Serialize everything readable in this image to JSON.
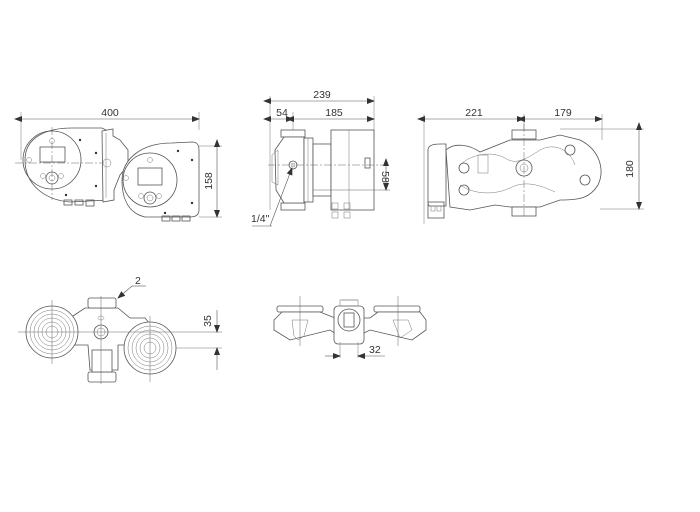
{
  "views": {
    "front": {
      "width_label": "400",
      "height_label": "158"
    },
    "side": {
      "total_label": "239",
      "inlet_label": "54",
      "body_label": "185",
      "axis_offset_label": "58",
      "port_label": "1/4\""
    },
    "top_right": {
      "left_label": "221",
      "right_label": "179",
      "height_label": "180"
    },
    "bottom_left": {
      "callout_label": "2",
      "offset_label": "35"
    },
    "bottom_mid": {
      "width_label": "32"
    }
  },
  "colors": {
    "line": "#555555",
    "text": "#333333",
    "background": "#ffffff"
  }
}
